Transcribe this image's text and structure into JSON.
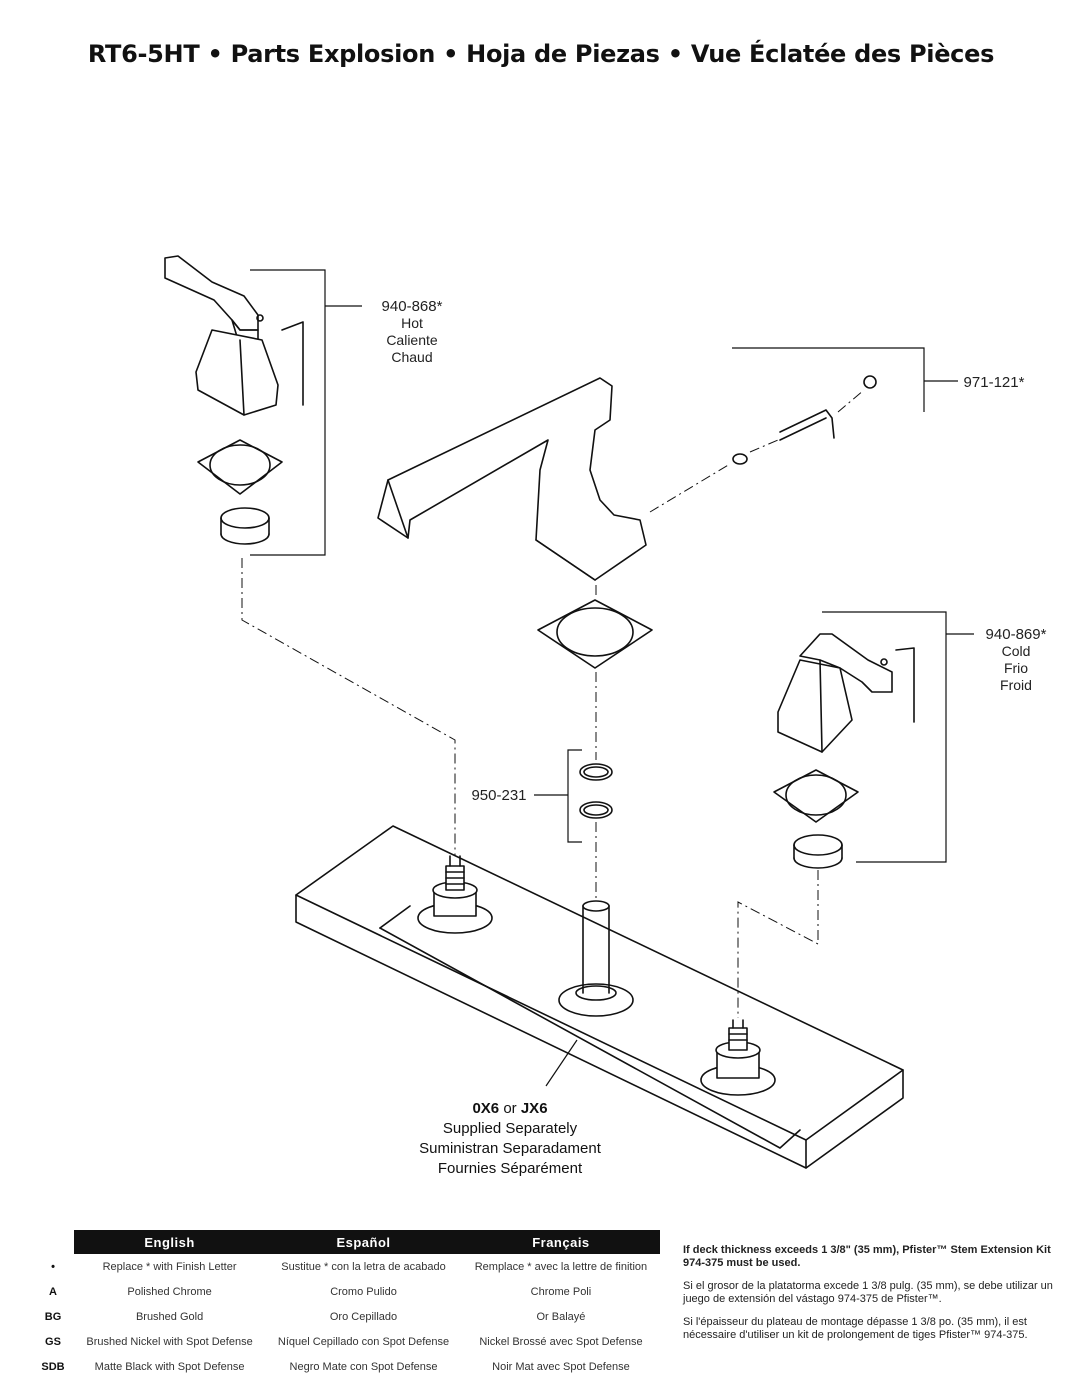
{
  "header": {
    "title": "RT6-5HT • Parts Explosion • Hoja de Piezas • Vue Éclatée des Pièces"
  },
  "parts": {
    "hot_handle": {
      "number": "940-868*",
      "en": "Hot",
      "es": "Caliente",
      "fr": "Chaud"
    },
    "cold_handle": {
      "number": "940-869*",
      "en": "Cold",
      "es": "Frio",
      "fr": "Froid"
    },
    "spout_kit": {
      "number": "971-121*"
    },
    "o_rings": {
      "number": "950-231"
    },
    "valve": {
      "code_a": "0X6",
      "or": "or",
      "code_b": "JX6",
      "en": "Supplied Separately",
      "es": "Suministran Separadament",
      "fr": "Fournies Séparément"
    }
  },
  "legend": {
    "headers": [
      "English",
      "Español",
      "Français"
    ],
    "rows": [
      {
        "code": "•",
        "en": "Replace * with Finish Letter",
        "es": "Sustitue * con la letra de acabado",
        "fr": "Remplace * avec la lettre de finition"
      },
      {
        "code": "A",
        "en": "Polished Chrome",
        "es": "Cromo Pulido",
        "fr": "Chrome Poli"
      },
      {
        "code": "BG",
        "en": "Brushed Gold",
        "es": "Oro Cepillado",
        "fr": "Or Balayé"
      },
      {
        "code": "GS",
        "en": "Brushed Nickel with Spot Defense",
        "es": "Níquel Cepillado con Spot Defense",
        "fr": "Nickel Brossé avec Spot Defense"
      },
      {
        "code": "SDB",
        "en": "Matte Black with Spot Defense",
        "es": "Negro Mate con Spot Defense",
        "fr": "Noir Mat avec Spot Defense"
      }
    ]
  },
  "notes": {
    "en": "If deck thickness exceeds 1 3/8\" (35 mm), Pfister™ Stem Extension Kit 974-375 must be used.",
    "es": "Si el grosor de la platatorma excede 1 3/8 pulg. (35 mm), se debe utilizar un juego de extensión del vástago 974-375 de Pfister™.",
    "fr": "Si l'épaisseur du plateau de montage dépasse 1 3/8 po. (35 mm), il est nécessaire d'utiliser un kit de prolongement de tiges Pfister™ 974-375."
  }
}
